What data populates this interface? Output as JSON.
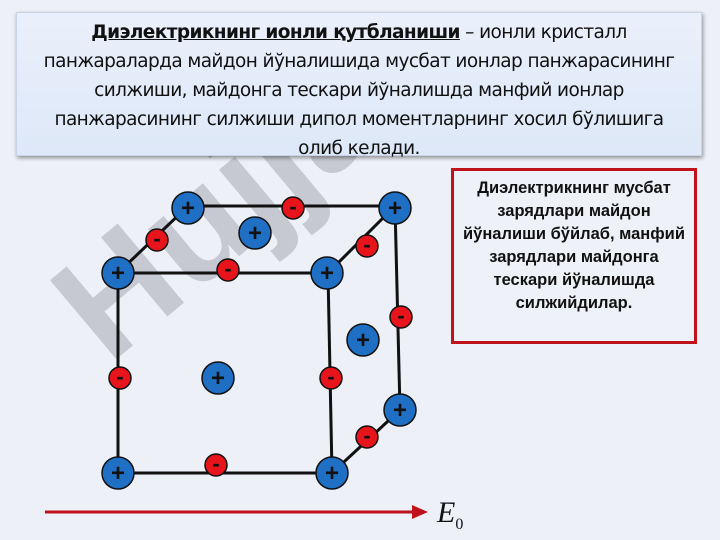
{
  "definition": {
    "term": "Диэлектрикнинг ионли қутбланиши",
    "text": " – ионли кристалл панжараларда майдон йўналишида мусбат ионлар панжарасининг силжиши, майдонга тескари йўналишда манфий ионлар панжарасининг силжиши дипол моментларнинг хосил бўлишига олиб келади."
  },
  "note": "Диэлектрикнинг мусбат зарядлари майдон йўналиши бўйлаб, манфий зарядлари майдонга тескари йўналишда силжийдилар.",
  "watermark": "Hujjat",
  "field": {
    "symbol": "E",
    "subscript": "0"
  },
  "charges": {
    "plus": "+",
    "minus": "-"
  },
  "colors": {
    "positive": "#1f6fc4",
    "negative": "#e8141c",
    "arrow": "#c0121a"
  }
}
